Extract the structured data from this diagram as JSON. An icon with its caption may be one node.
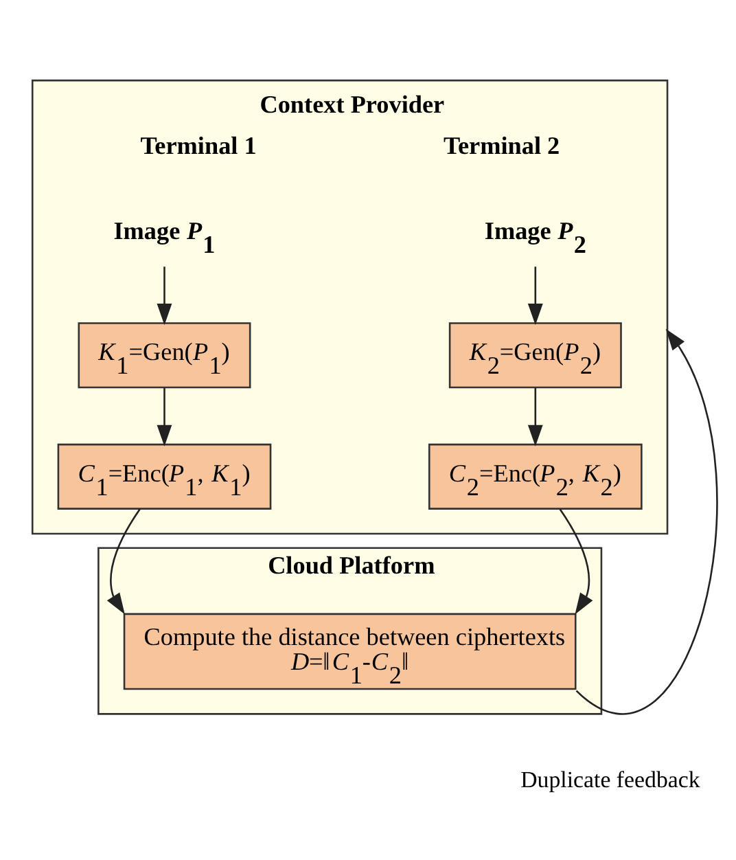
{
  "diagram": {
    "nodes": [
      {
        "text": [
          "Context Provider",
          "Terminal 1",
          "Terminal 2"
        ]
      },
      {
        "text": [
          "Image *P*$_{1}$"
        ],
        "in": 0
      },
      {
        "text": [
          "*K*$_{1}$=Gen(*P*$_{1}$)"
        ],
        "in": 0
      },
      {
        "text": [
          "*C*$_{1}$=Enc(*P*$_{1}$, *K*$_{1}$)"
        ],
        "in": 0
      },
      {
        "text": [
          "Image *P*$_{2}$"
        ],
        "in": 0
      },
      {
        "text": [
          "*K*$_{2}$=Gen(*P*$_{2}$)"
        ],
        "in": 0
      },
      {
        "text": [
          "*C*$_{2}$=Enc(*P*$_{2}$, *K*$_{2}$)"
        ],
        "in": 0
      },
      {
        "text": [
          "Cloud Platform"
        ]
      },
      {
        "text": [
          "Compute the distance between ciphertexts",
          "*D*=‖*C*$_{1}$-*C*$_{2}$‖"
        ],
        "in": 7
      }
    ],
    "edges": [
      {
        "from": 1,
        "to": 2,
        "arrow": "to"
      },
      {
        "from": 2,
        "to": 3,
        "arrow": "to"
      },
      {
        "from": 4,
        "to": 5,
        "arrow": "to"
      },
      {
        "from": 5,
        "to": 6,
        "arrow": "to"
      },
      {
        "from": 3,
        "to": 8,
        "arrow": "to"
      },
      {
        "from": 6,
        "to": 8,
        "arrow": "to"
      },
      {
        "from": 8,
        "to": 0,
        "arrow": "to",
        "label": "Duplicate feedback"
      }
    ]
  }
}
